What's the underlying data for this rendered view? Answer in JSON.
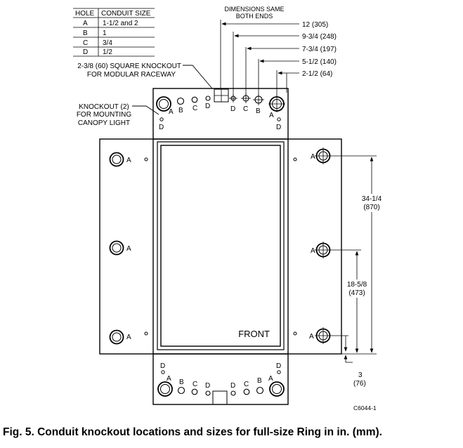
{
  "table": {
    "headers": [
      "HOLE",
      "CONDUIT SIZE"
    ],
    "rows": [
      [
        "A",
        "1-1/2 and 2"
      ],
      [
        "B",
        "1"
      ],
      [
        "C",
        "3/4"
      ],
      [
        "D",
        "1/2"
      ]
    ]
  },
  "labels": {
    "dims_same_line1": "DIMENSIONS SAME",
    "dims_same_line2": "BOTH ENDS",
    "square_ko_line1": "2-3/8 (60) SQUARE KNOCKOUT",
    "square_ko_line2": "FOR MODULAR RACEWAY",
    "canopy_ko_line1": "KNOCKOUT (2)",
    "canopy_ko_line2": "FOR MOUNTING",
    "canopy_ko_line3": "CANOPY LIGHT",
    "front": "FRONT",
    "drawing_id": "C6044-1"
  },
  "dimensions": {
    "d12": "12 (305)",
    "d9_3_4": "9-3/4 (248)",
    "d7_3_4": "7-3/4 (197)",
    "d5_1_2": "5-1/2 (140)",
    "d2_1_2": "2-1/2 (64)",
    "d34_1_4_in": "34-1/4",
    "d34_1_4_mm": "(870)",
    "d18_5_8_in": "18-5/8",
    "d18_5_8_mm": "(473)",
    "d3_in": "3",
    "d3_mm": "(76)"
  },
  "hole_letters": {
    "A": "A",
    "B": "B",
    "C": "C",
    "D": "D"
  },
  "caption": "Fig. 5. Conduit knockout locations and sizes for full-size Ring in in. (mm)."
}
